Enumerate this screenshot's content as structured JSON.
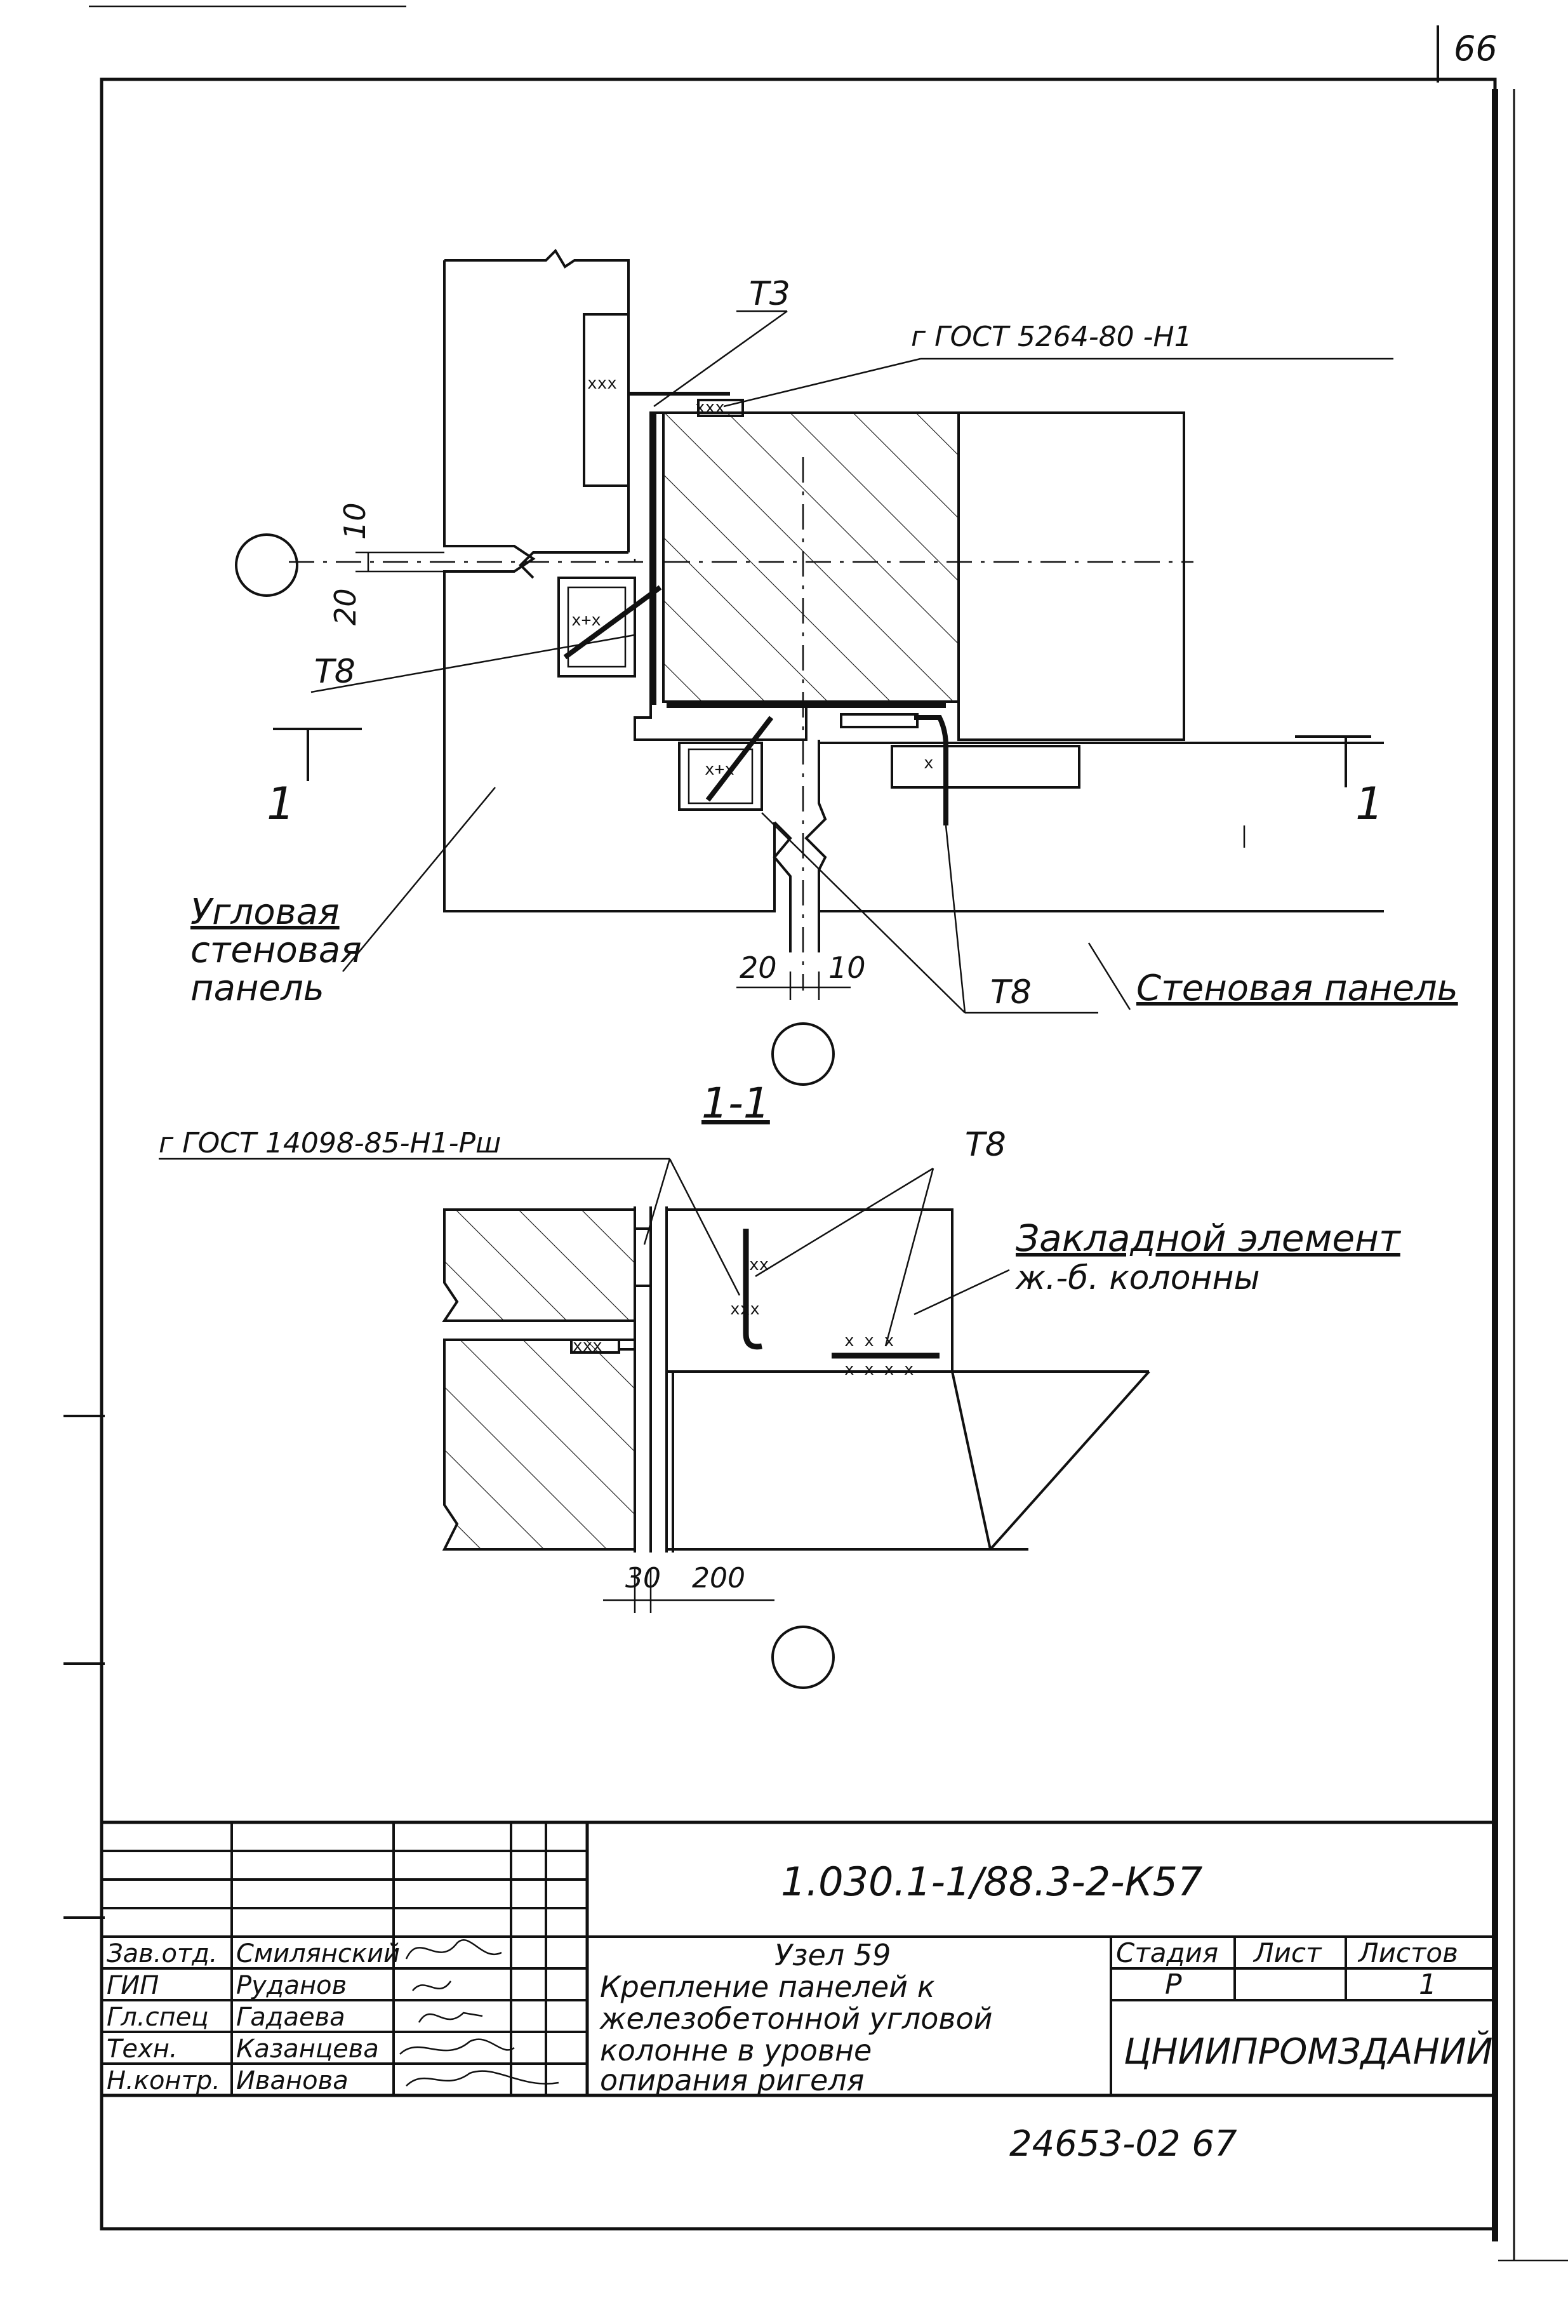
{
  "sheet": {
    "page_number": "66",
    "bottom_code": "24653-02  67"
  },
  "plan": {
    "label_t3": "T3",
    "label_gost_top": "г ГОСТ 5264-80 -Н1",
    "label_t8_left": "T8",
    "label_t8_bottom": "T8",
    "dim_10_vert": "10",
    "dim_20_vert": "20",
    "dim_20_bottom": "20",
    "dim_10_bottom": "10",
    "section_mark_left": "1",
    "section_mark_right": "1",
    "corner_panel_label": [
      "Угловая",
      "стеновая",
      "панель"
    ],
    "wall_panel_label": "Стеновая панель"
  },
  "section": {
    "title": "1-1",
    "label_gost": "г ГОСТ 14098-85-Н1-Рш",
    "label_t8": "T8",
    "embedded_element_label": [
      "Закладной элемент",
      "ж.-б. колонны"
    ],
    "dim_30": "30",
    "dim_200": "200"
  },
  "title_block": {
    "drawing_code": "1.030.1-1/88.3-2-К57",
    "roles": [
      "Зав.отд.",
      "ГИП",
      "Гл.спец",
      "Техн.",
      "Н.контр."
    ],
    "names": [
      "Смилянский",
      "Руданов",
      "Гадаева",
      "Казанцева",
      "Иванова"
    ],
    "node_title": "Узел 59",
    "description": [
      "Крепление панелей к",
      "железобетонной угловой",
      "колонне в уровне",
      "опирания ригеля"
    ],
    "stage_header": "Стадия",
    "sheet_header": "Лист",
    "sheets_header": "Листов",
    "stage_value": "Р",
    "sheets_value": "1",
    "organization": "ЦНИИПРОМЗДАНИЙ"
  }
}
